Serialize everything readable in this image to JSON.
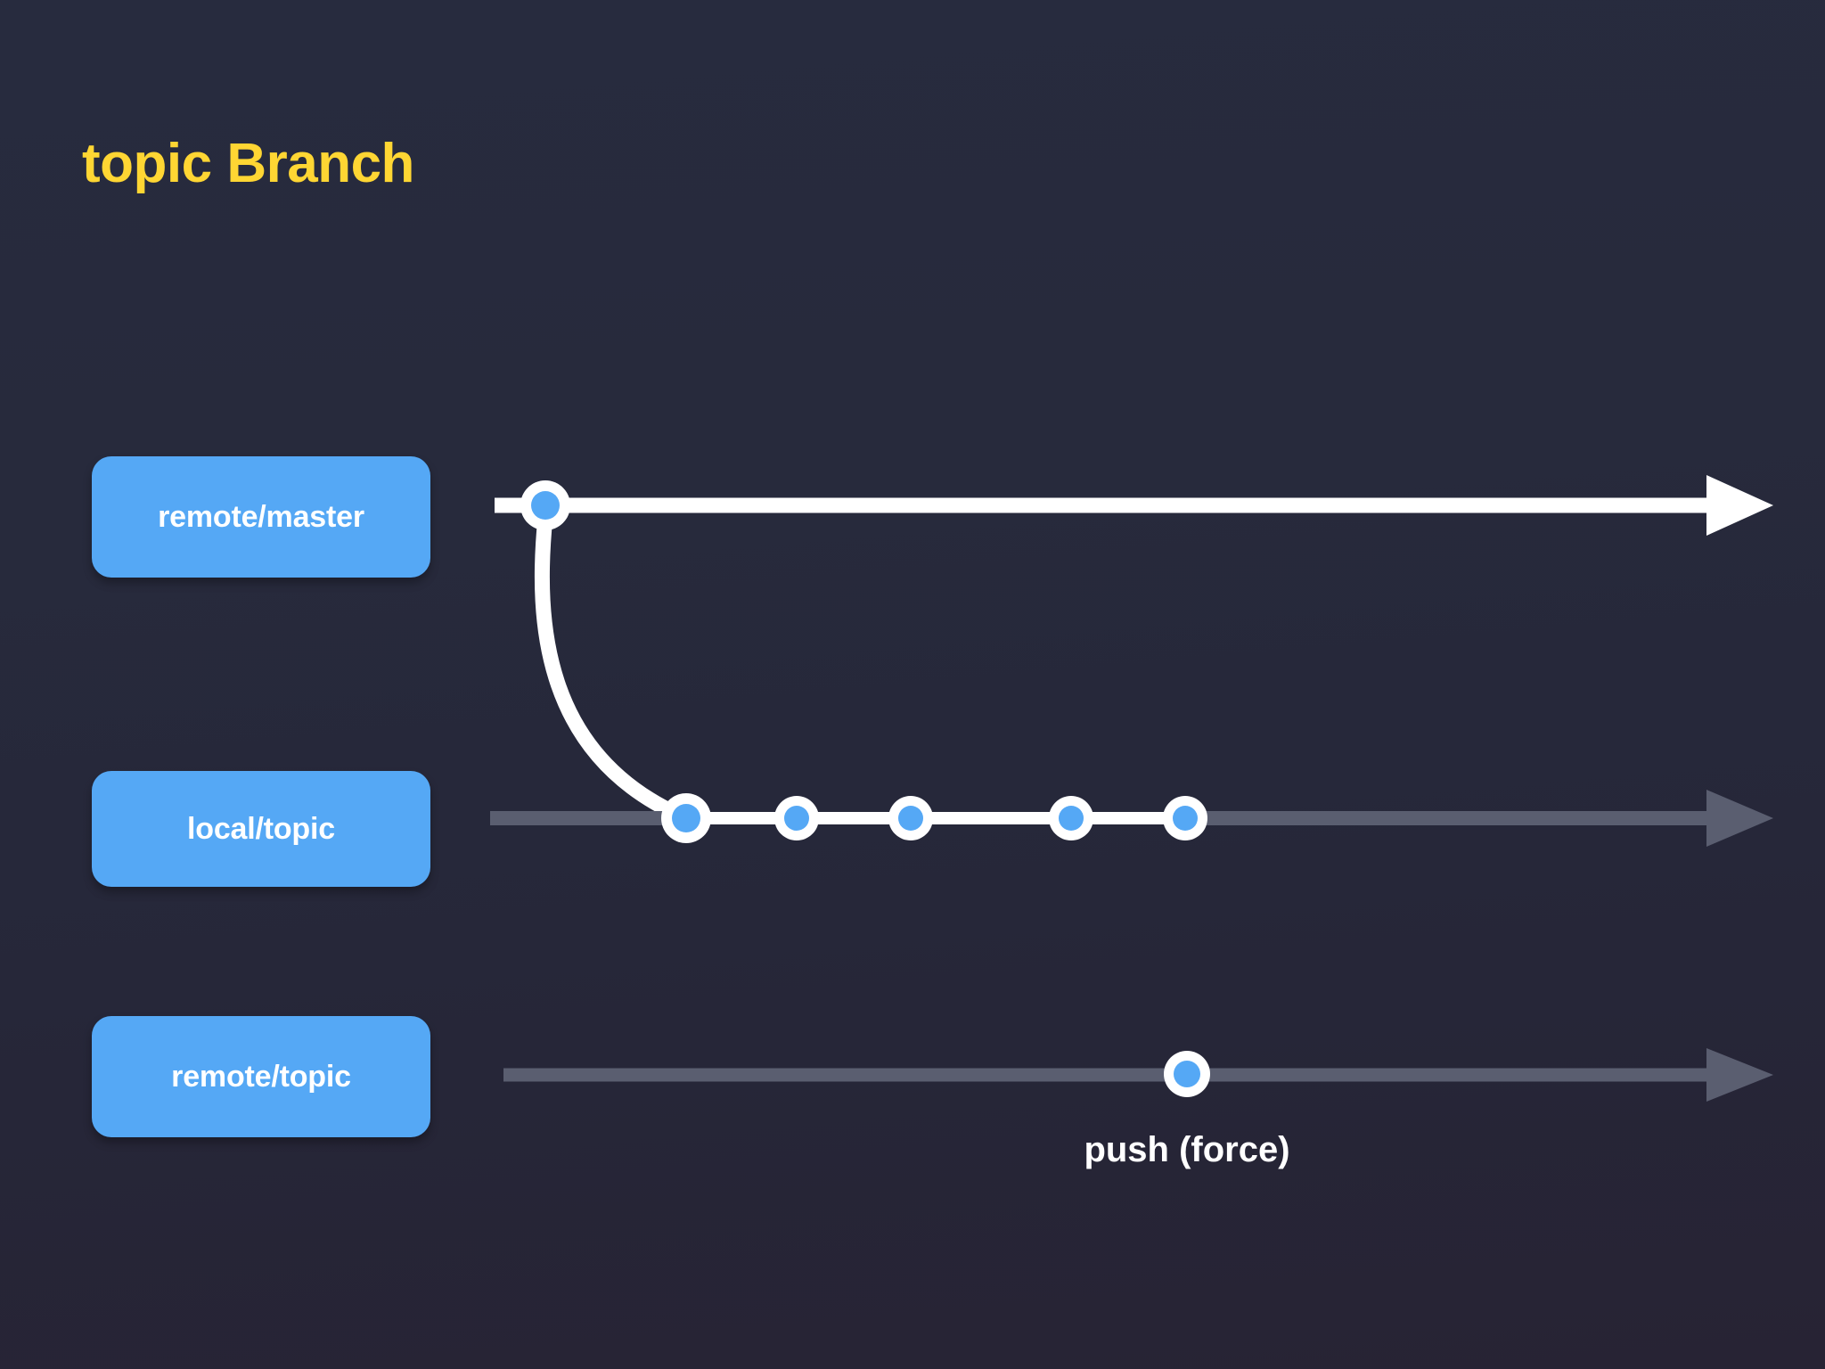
{
  "slide": {
    "title": "topic Branch",
    "background_color": "#272a3c",
    "title_color": "#ffd633"
  },
  "palette": {
    "pill_blue": "#55a8f5",
    "node_fill_blue": "#55a8f5",
    "node_ring_white": "#ffffff",
    "active_line_white": "#ffffff",
    "inactive_line_gray": "#5a5e70",
    "text_white": "#ffffff"
  },
  "branches": [
    {
      "id": "remote-master",
      "label": "remote/master",
      "row": 1,
      "line_state": "active",
      "line_color": "#ffffff",
      "arrow_color": "#ffffff",
      "commits": 1
    },
    {
      "id": "local-topic",
      "label": "local/topic",
      "row": 2,
      "line_state": "mixed",
      "line_color": "#ffffff",
      "arrow_color": "#5a5e70",
      "commits": 5
    },
    {
      "id": "remote-topic",
      "label": "remote/topic",
      "row": 3,
      "line_state": "inactive",
      "line_color": "#5a5e70",
      "arrow_color": "#5a5e70",
      "commits": 1
    }
  ],
  "annotations": [
    {
      "id": "push-force",
      "text": "push (force)",
      "attached_to": "remote-topic"
    }
  ],
  "icons": {
    "commit_node": "commit-node-icon",
    "arrow_head": "arrow-head-icon",
    "branch_curve": "branch-curve-icon"
  }
}
